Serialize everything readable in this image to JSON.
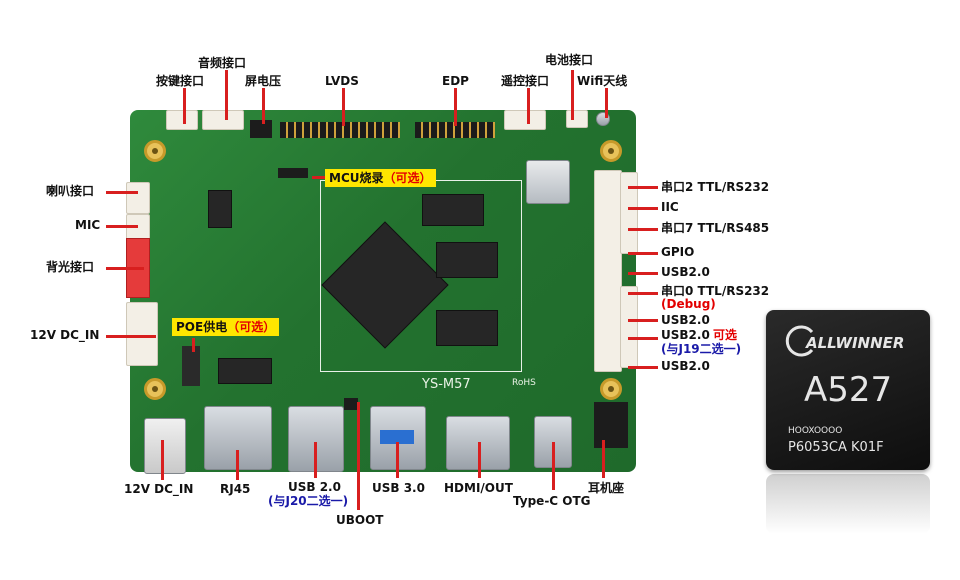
{
  "labels": {
    "audio_port": "音频接口",
    "key_port": "按键接口",
    "screen_voltage": "屏电压",
    "lvds": "LVDS",
    "edp": "EDP",
    "battery_port": "电池接口",
    "remote_port": "遥控接口",
    "wifi_antenna": "Wifi天线",
    "speaker_port": "喇叭接口",
    "mic": "MIC",
    "backlight_port": "背光接口",
    "dc_in_left": "12V  DC_IN",
    "serial2": "串口2 TTL/RS232",
    "iic": "IIC",
    "serial7": "串口7  TTL/RS485",
    "gpio": "GPIO",
    "usb20_a": "USB2.0",
    "serial0": "串口0 TTL/RS232",
    "debug": "(Debug)",
    "usb20_b": "USB2.0",
    "usb20_c": "USB2.0",
    "optional_c": "可选",
    "with_j19": "(与J19二选一)",
    "usb20_d": "USB2.0",
    "dc_in_bottom": "12V  DC_IN",
    "rj45": "RJ45",
    "usb20_bottom": "USB 2.0",
    "with_j20": "(与J20二选一)",
    "uboot": "UBOOT",
    "usb30": "USB 3.0",
    "hdmi_out": "HDMI/OUT",
    "typec_otg": "Type-C OTG",
    "earphone": "耳机座"
  },
  "tags": {
    "mcu_burn": "MCU烧录",
    "mcu_optional": "（可选）",
    "poe_power": "POE供电",
    "poe_optional": "（可选）"
  },
  "board": {
    "model": "YS-M57",
    "rohs": "RoHS"
  },
  "chip": {
    "brand": "ALLWINNER",
    "model": "A527",
    "code1": "HOOXOOOO",
    "code2": "P6053CA  K01F"
  },
  "colors": {
    "leader": "#d81f1f",
    "tag_bg": "#ffe600",
    "red_text": "#e30000",
    "blue_text": "#1a1aa8",
    "pcb_green": "#2a7d36"
  }
}
